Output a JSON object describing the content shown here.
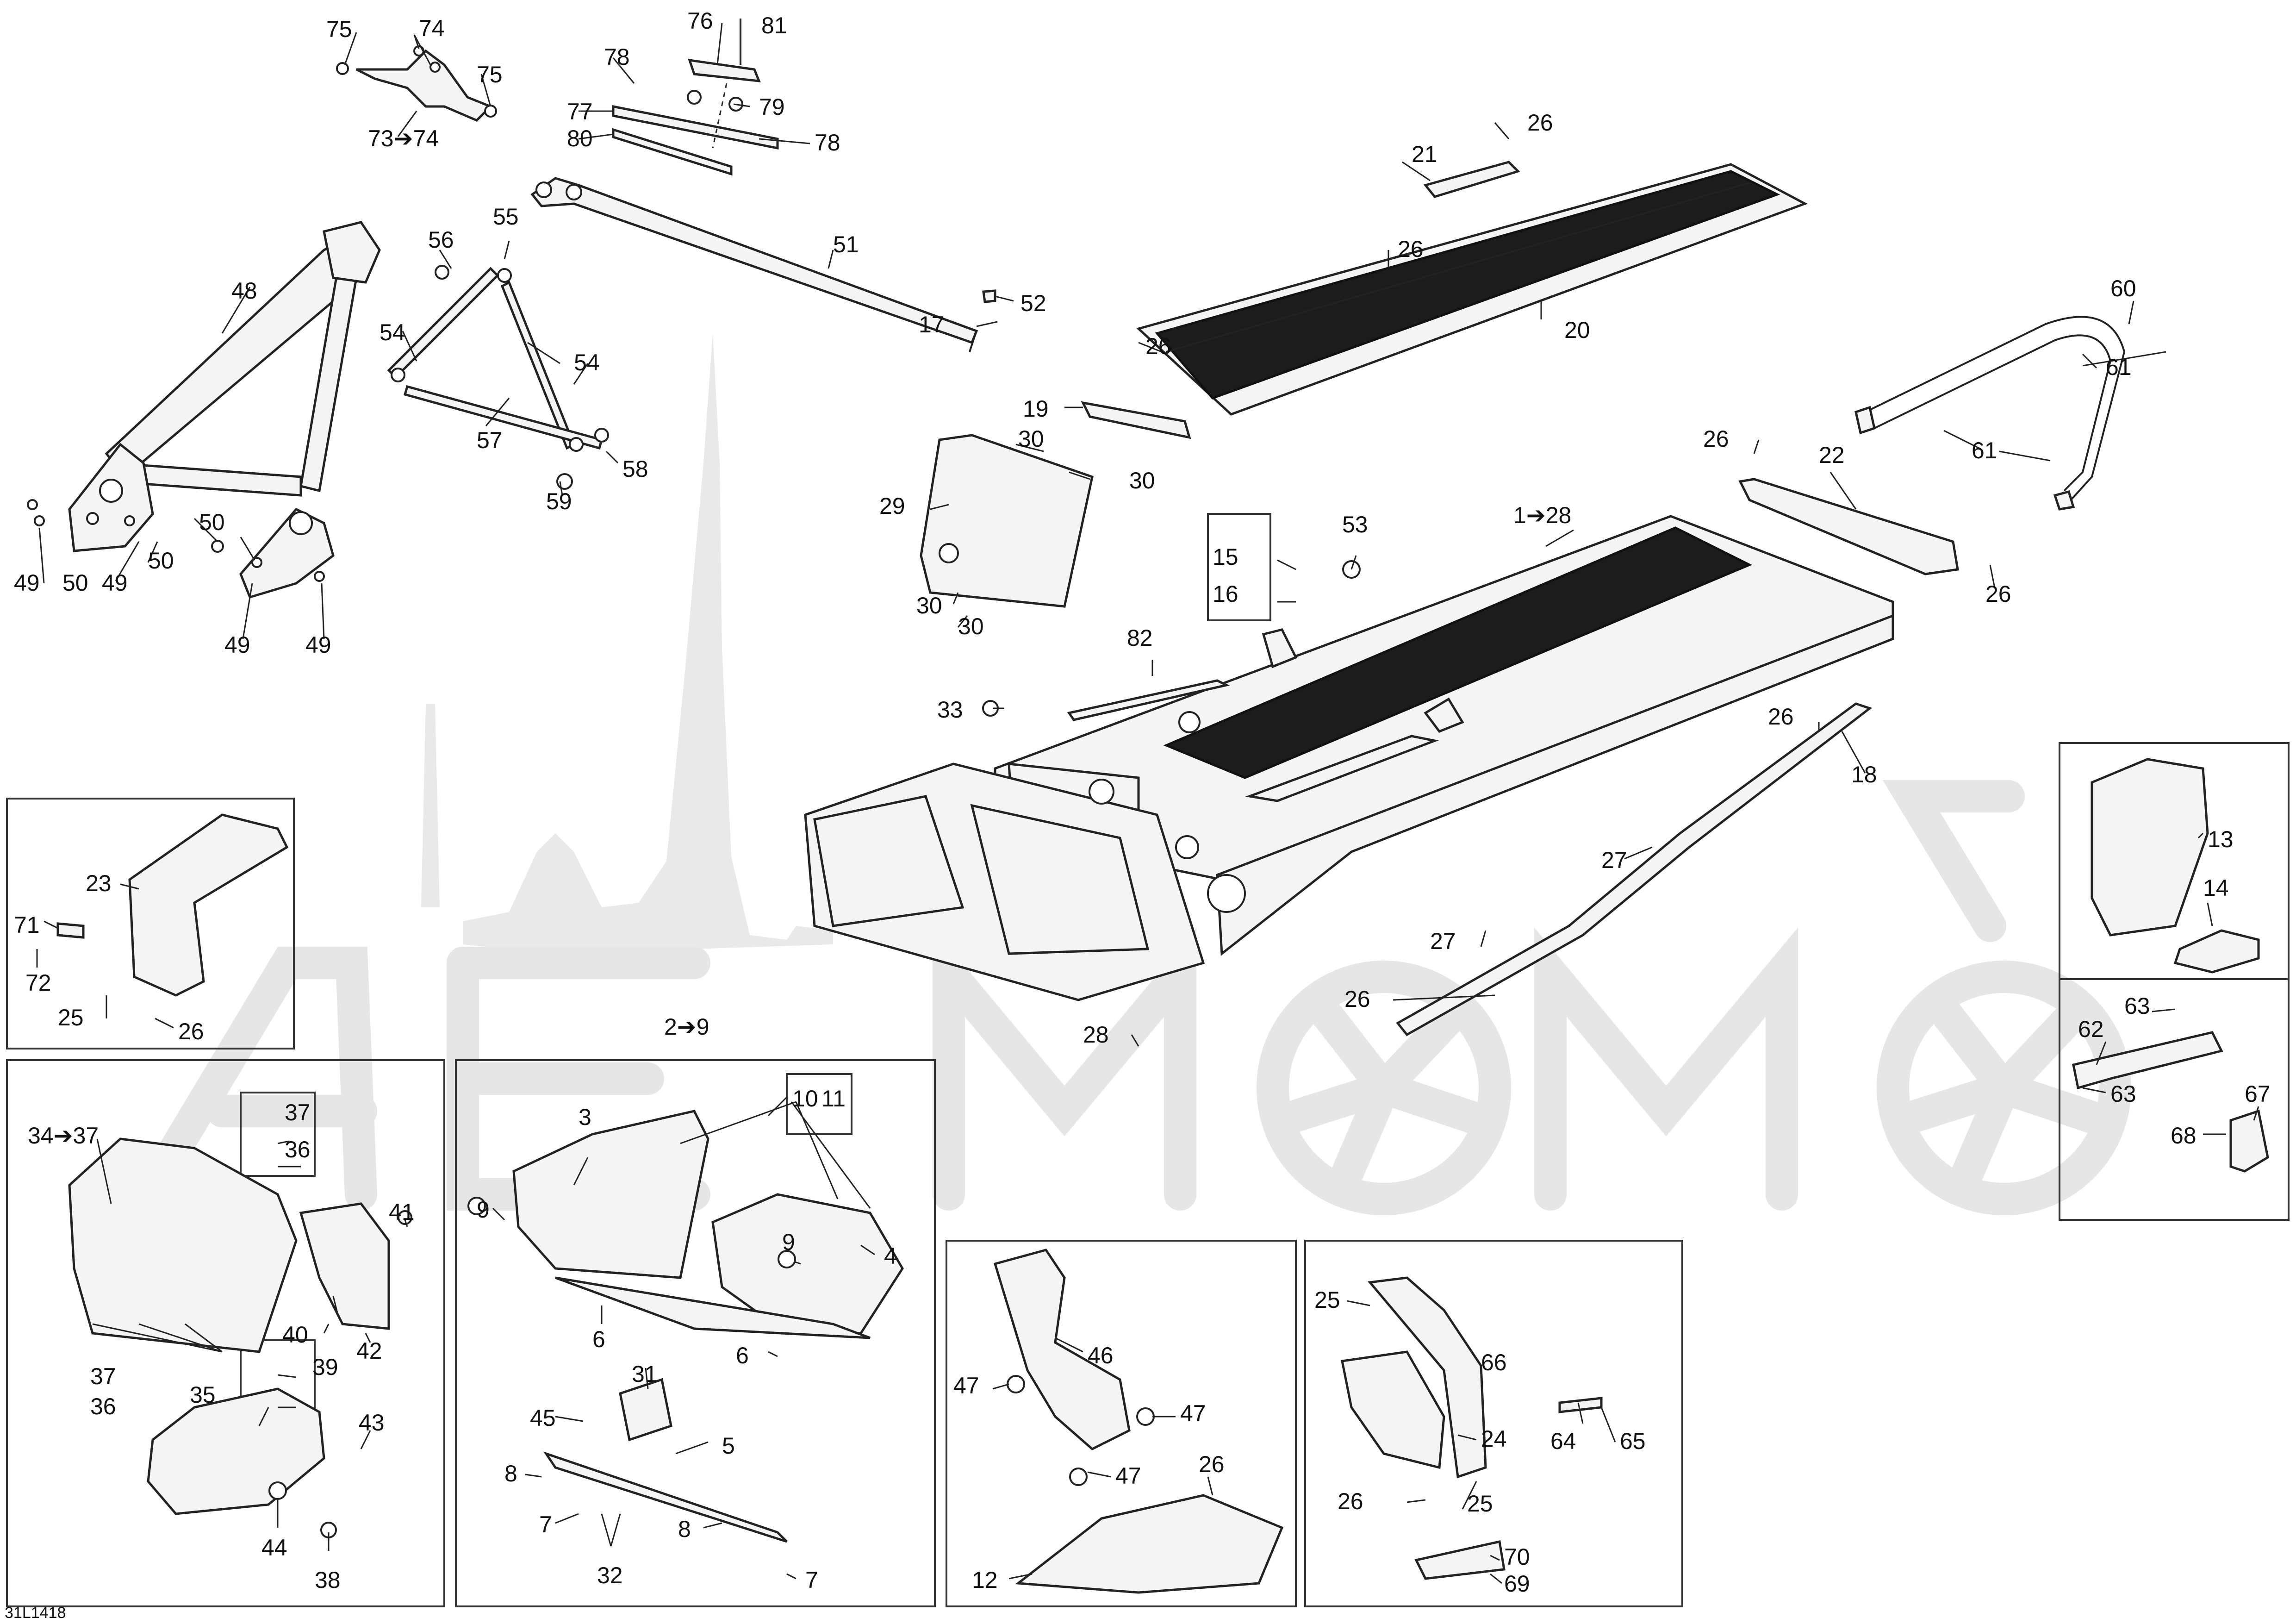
{
  "diagram_code": "31L1418",
  "callouts": {
    "c75a": "75",
    "c74a": "74",
    "c75b": "75",
    "c73": "73➔74",
    "c76": "76",
    "c81": "81",
    "c78a": "78",
    "c77": "77",
    "c79": "79",
    "c80": "80",
    "c78b": "78",
    "c21": "21",
    "c26a": "26",
    "c26b": "26",
    "c20": "20",
    "c26c": "26",
    "c48": "48",
    "c56": "56",
    "c55": "55",
    "c51": "51",
    "c52": "52",
    "c54a": "54",
    "c54b": "54",
    "c17": "17",
    "c57": "57",
    "c58": "58",
    "c59": "59",
    "c50a": "50",
    "c50b": "50",
    "c50c": "50",
    "c49a": "49",
    "c49b": "49",
    "c49c": "49",
    "c49d": "49",
    "c19": "19",
    "c30a": "30",
    "c30b": "30",
    "c29": "29",
    "c30c": "30",
    "c30d": "30",
    "c60": "60",
    "c61a": "61",
    "c61b": "61",
    "c26d": "26",
    "c22": "22",
    "c26e": "26",
    "c53": "53",
    "c1": "1➔28",
    "c15": "15",
    "c16": "16",
    "c82": "82",
    "c33": "33",
    "c26f": "26",
    "c18": "18",
    "c27a": "27",
    "c27b": "27",
    "c26g": "26",
    "c28": "28",
    "c13": "13",
    "c14": "14",
    "c63a": "63",
    "c62": "62",
    "c63b": "63",
    "c67": "67",
    "c68": "68",
    "c23": "23",
    "c71": "71",
    "c72": "72",
    "c25a": "25",
    "c26h": "26",
    "c34": "34➔37",
    "c37a": "37",
    "c36a": "36",
    "c41": "41",
    "c40": "40",
    "c39": "39",
    "c42": "42",
    "c37b": "37",
    "c36b": "36",
    "c35": "35",
    "c43": "43",
    "c44": "44",
    "c38": "38",
    "c2": "2➔9",
    "c3": "3",
    "c10": "10",
    "c11": "11",
    "c9a": "9",
    "c9b": "9",
    "c4": "4",
    "c6a": "6",
    "c6b": "6",
    "c31": "31",
    "c45": "45",
    "c5": "5",
    "c8a": "8",
    "c7a": "7",
    "c32": "32",
    "c8b": "8",
    "c7b": "7",
    "c46": "46",
    "c47a": "47",
    "c47b": "47",
    "c47c": "47",
    "c26i": "26",
    "c12": "12",
    "c25b": "25",
    "c66": "66",
    "c24": "24",
    "c64": "64",
    "c65": "65",
    "c26j": "26",
    "c25c": "25",
    "c70": "70",
    "c69": "69"
  }
}
